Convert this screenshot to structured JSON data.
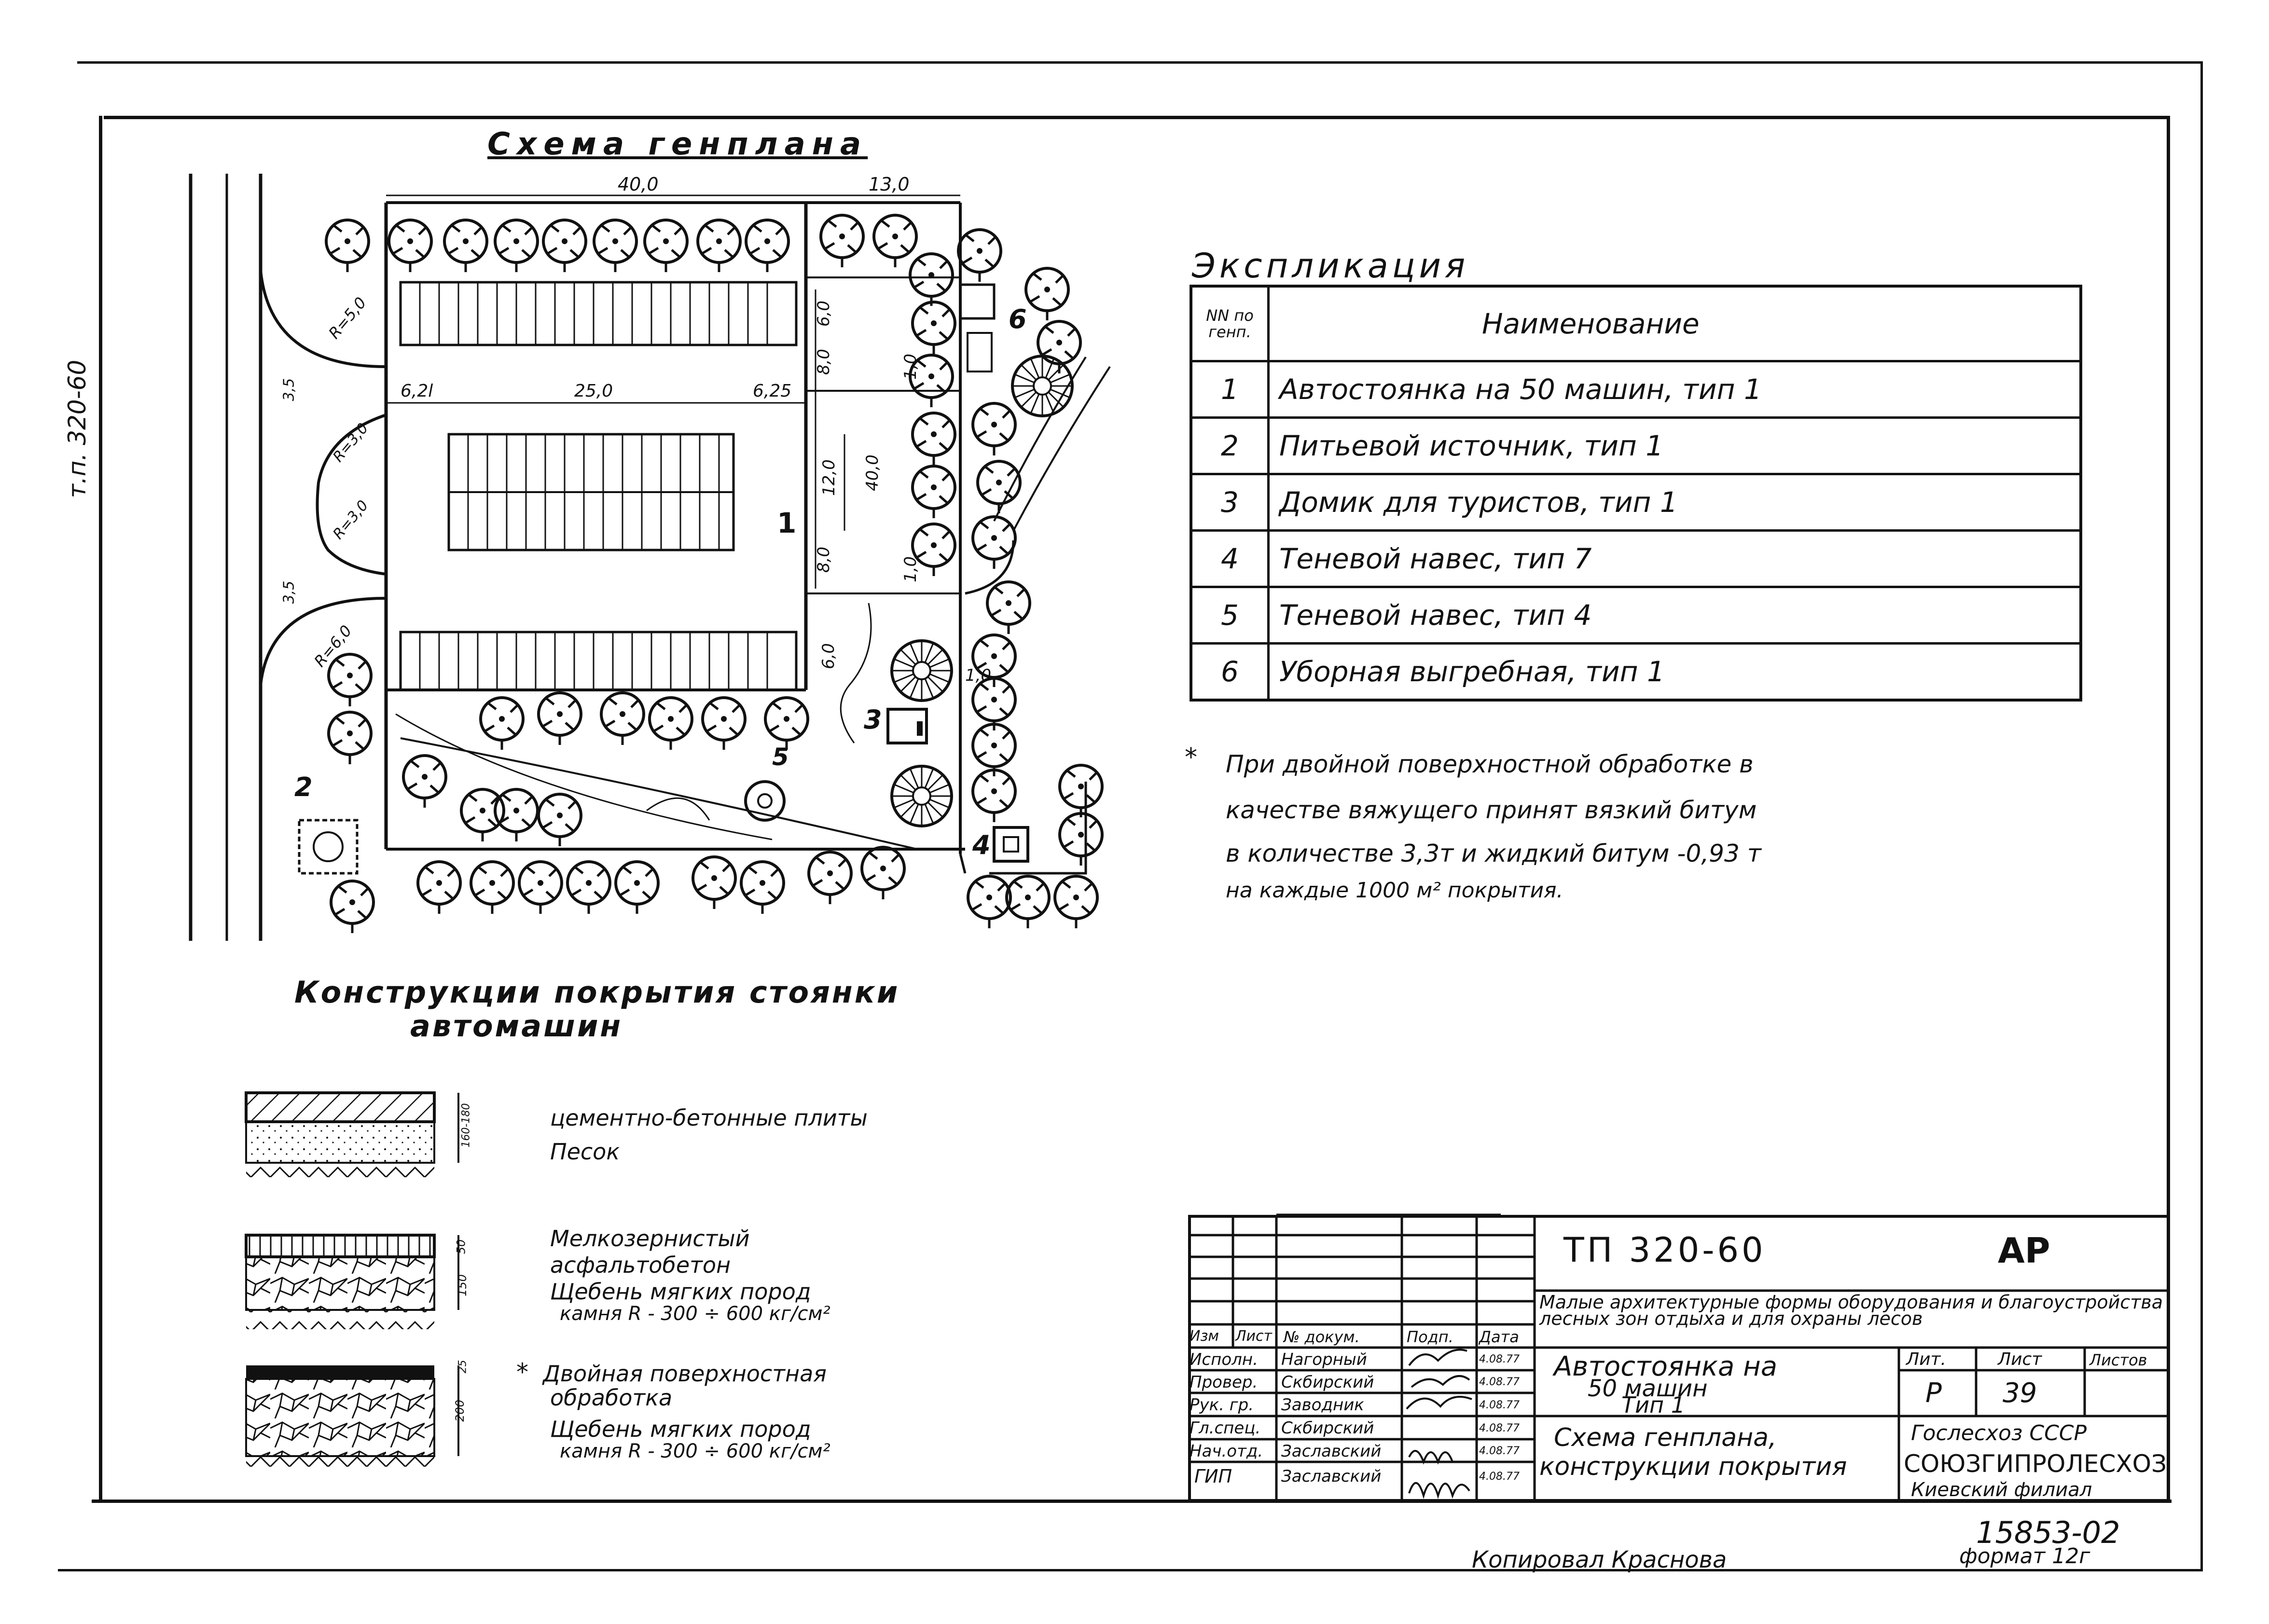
{
  "sheet": {
    "rotated_code": "т.п. 320-60",
    "bottom_copy": "Копировал Краснова",
    "bottom_format": "формат 12г",
    "archive_number": "15853-02"
  },
  "plan": {
    "title": "Схема генплана",
    "dimensions": {
      "d40_top": "40,0",
      "d13": "13,0",
      "d6_2l": "6,2l",
      "d25": "25,0",
      "d6_25": "6,25",
      "d6_top": "6,0",
      "d8_a": "8,0",
      "d1_a": "1,0",
      "d12": "12,0",
      "d40_vert": "40,0",
      "d8_b": "8,0",
      "d1_b": "1,0",
      "d6_bot": "6,0",
      "d1_c": "1,0",
      "r5": "R=5,0",
      "r3_top": "R=3,0",
      "r3_bot": "R=3,0",
      "r6": "R=6,0",
      "s35_a": "3,5",
      "s35_b": "3,5"
    },
    "labels": {
      "n1": "1",
      "n2": "2",
      "n3": "3",
      "n4": "4",
      "n5": "5",
      "n6": "6"
    }
  },
  "explication": {
    "title": "Экспликация",
    "header_num": "NN по генп.",
    "header_name": "Наименование",
    "rows": [
      {
        "num": "1",
        "name": "Автостоянка  на 50 машин, тип 1"
      },
      {
        "num": "2",
        "name": "Питьевой источник, тип 1"
      },
      {
        "num": "3",
        "name": "Домик для  туристов,  тип 1"
      },
      {
        "num": "4",
        "name": "Теневой  навес, тип 7"
      },
      {
        "num": "5",
        "name": "Теневой  навес, тип 4"
      },
      {
        "num": "6",
        "name": "Уборная выгребная,  тип 1"
      }
    ]
  },
  "note": {
    "star": "*",
    "line1": "При двойной поверхностной обработке в",
    "line2": "качестве вяжущего принят вязкий битум",
    "line3": "в количестве 3,3т  и жидкий битум -0,93 т",
    "line4": "на каждые  1000 м² покрытия."
  },
  "constructions": {
    "title1": "Конструкции покрытия стоянки",
    "title2": "автомашин",
    "c1": {
      "l1": "цементно-бетонные плиты",
      "l2": "Песок",
      "dim": "160-180"
    },
    "c2": {
      "l1": "Мелкозернистый",
      "l2": "асфальтобетон",
      "l3": "Щебень мягких пород",
      "l4": "камня R - 300 ÷ 600 кг/см²",
      "dim1": "50",
      "dim2": "150"
    },
    "c3": {
      "star": "*",
      "l1": "Двойная поверхностная",
      "l2": "обработка",
      "l3": "Щебень мягких пород",
      "l4": "камня R - 300 ÷ 600 кг/см²",
      "dim1": "25",
      "dim2": "200"
    }
  },
  "title_block": {
    "code": "ТП  320-60",
    "mark": "АР",
    "project": "Малые архитектурные формы оборудования и благоустройства лесных зон отдыха и для охраны лесов",
    "obj1": "Автостоянка на",
    "obj2": "50  машин",
    "obj3": "Тип 1",
    "sheet_name1": "Схема генплана,",
    "sheet_name2": "конструкции покрытия",
    "lit_label": "Лит.",
    "sheet_label": "Лист",
    "sheets_label": "Листов",
    "lit_value": "Р",
    "sheet_value": "39",
    "org1": "Гослесхоз СССР",
    "org2": "СОЮЗГИПРОЛЕСХОЗ",
    "org3": "Киевский филиал",
    "col_izm": "Изм",
    "col_list": "Лист",
    "col_doc": "№ докум.",
    "col_podp": "Подп.",
    "col_date": "Дата",
    "roles": [
      {
        "role": "Исполн.",
        "name": "Нагорный",
        "date": "4.08.77"
      },
      {
        "role": "Провер.",
        "name": "Скбирский",
        "date": "4.08.77"
      },
      {
        "role": "Рук. гр.",
        "name": "Заводник",
        "date": "4.08.77"
      },
      {
        "role": "Гл.спец.",
        "name": "Скбирский",
        "date": "4.08.77"
      },
      {
        "role": "Нач.отд.",
        "name": "Заславский",
        "date": "4.08.77"
      },
      {
        "role": "ГИП",
        "name": "Заславский",
        "date": "4.08.77"
      }
    ]
  }
}
